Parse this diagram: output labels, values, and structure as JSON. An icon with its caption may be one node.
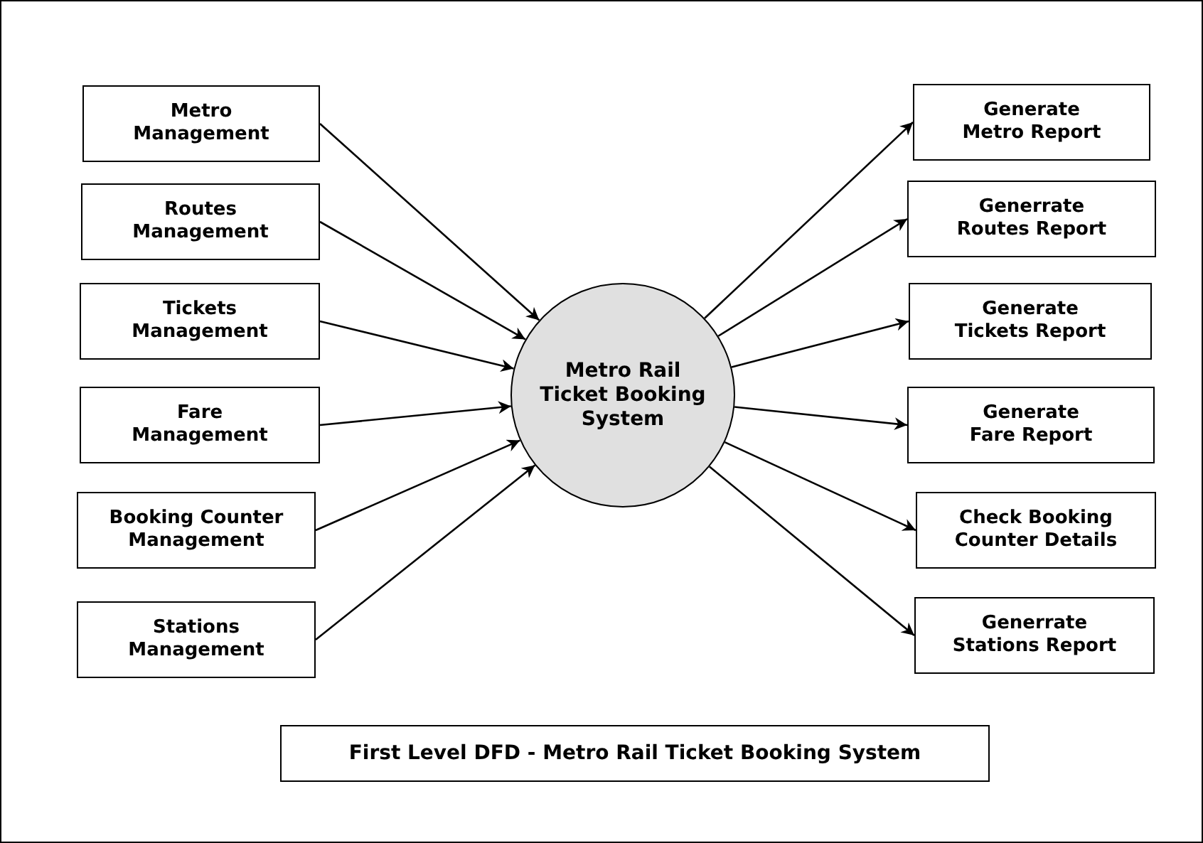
{
  "diagram": {
    "title": "First Level DFD - Metro Rail Ticket Booking System",
    "nodes": [
      {
        "text": [
          "Metro Management"
        ]
      },
      {
        "text": [
          "Routes Management"
        ]
      },
      {
        "text": [
          "Tickets Management"
        ]
      },
      {
        "text": [
          "Fare Management"
        ]
      },
      {
        "text": [
          "Booking Counter Management"
        ]
      },
      {
        "text": [
          "Stations Management"
        ]
      },
      {
        "text": [
          "Metro Rail Ticket Booking System"
        ]
      },
      {
        "text": [
          "Generate Metro Report"
        ]
      },
      {
        "text": [
          "Generrate Routes Report"
        ]
      },
      {
        "text": [
          "Generate Tickets Report"
        ]
      },
      {
        "text": [
          "Generate Fare Report"
        ]
      },
      {
        "text": [
          "Check Booking Counter Details"
        ]
      },
      {
        "text": [
          "Generrate Stations Report"
        ]
      }
    ],
    "edges": [
      {
        "from": 0,
        "to": 6,
        "arrow": "to"
      },
      {
        "from": 1,
        "to": 6,
        "arrow": "to"
      },
      {
        "from": 2,
        "to": 6,
        "arrow": "to"
      },
      {
        "from": 3,
        "to": 6,
        "arrow": "to"
      },
      {
        "from": 4,
        "to": 6,
        "arrow": "to"
      },
      {
        "from": 5,
        "to": 6,
        "arrow": "to"
      },
      {
        "from": 6,
        "to": 7,
        "arrow": "to"
      },
      {
        "from": 6,
        "to": 8,
        "arrow": "to"
      },
      {
        "from": 6,
        "to": 9,
        "arrow": "to"
      },
      {
        "from": 6,
        "to": 10,
        "arrow": "to"
      },
      {
        "from": 6,
        "to": 11,
        "arrow": "to"
      },
      {
        "from": 6,
        "to": 12,
        "arrow": "to"
      }
    ]
  }
}
